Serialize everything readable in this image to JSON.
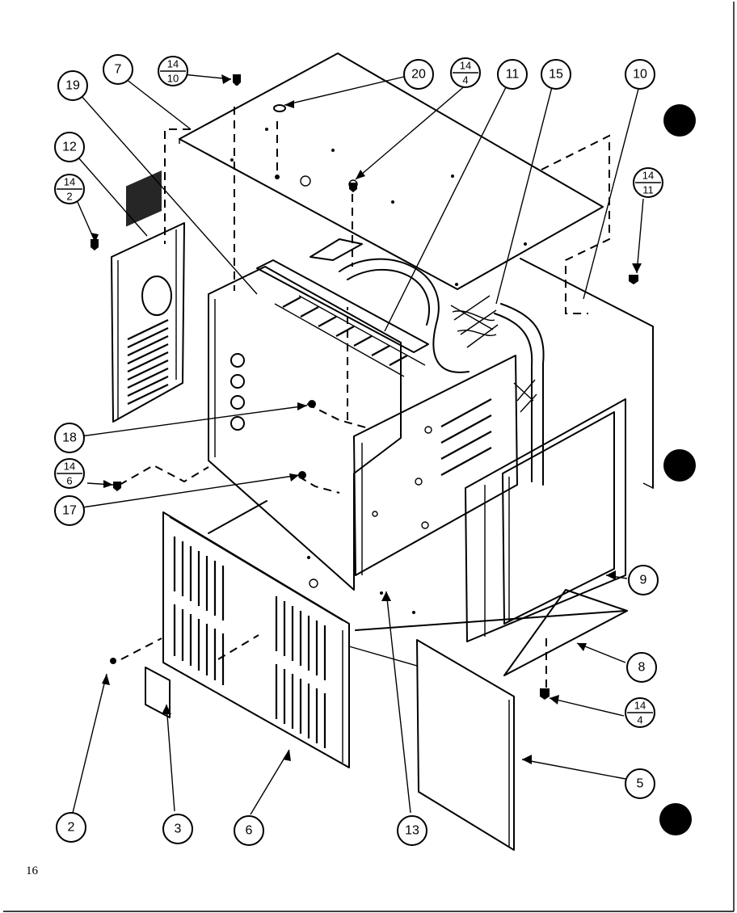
{
  "page_number": "16",
  "callouts": {
    "c7": "7",
    "c19": "19",
    "c12": "12",
    "c20": "20",
    "c11": "11",
    "c15": "15",
    "c10": "10",
    "c18": "18",
    "c17": "17",
    "c9": "9",
    "c8": "8",
    "c5": "5",
    "c2": "2",
    "c3": "3",
    "c6": "6",
    "c13": "13"
  },
  "fraction_callouts": {
    "f14_10": {
      "top": "14",
      "bottom": "10"
    },
    "f14_4_top": {
      "top": "14",
      "bottom": "4"
    },
    "f14_2": {
      "top": "14",
      "bottom": "2"
    },
    "f14_11": {
      "top": "14",
      "bottom": "11"
    },
    "f14_6": {
      "top": "14",
      "bottom": "6"
    },
    "f14_4_bottom": {
      "top": "14",
      "bottom": "4"
    }
  },
  "colors": {
    "ink": "#000000",
    "paper": "#ffffff"
  }
}
